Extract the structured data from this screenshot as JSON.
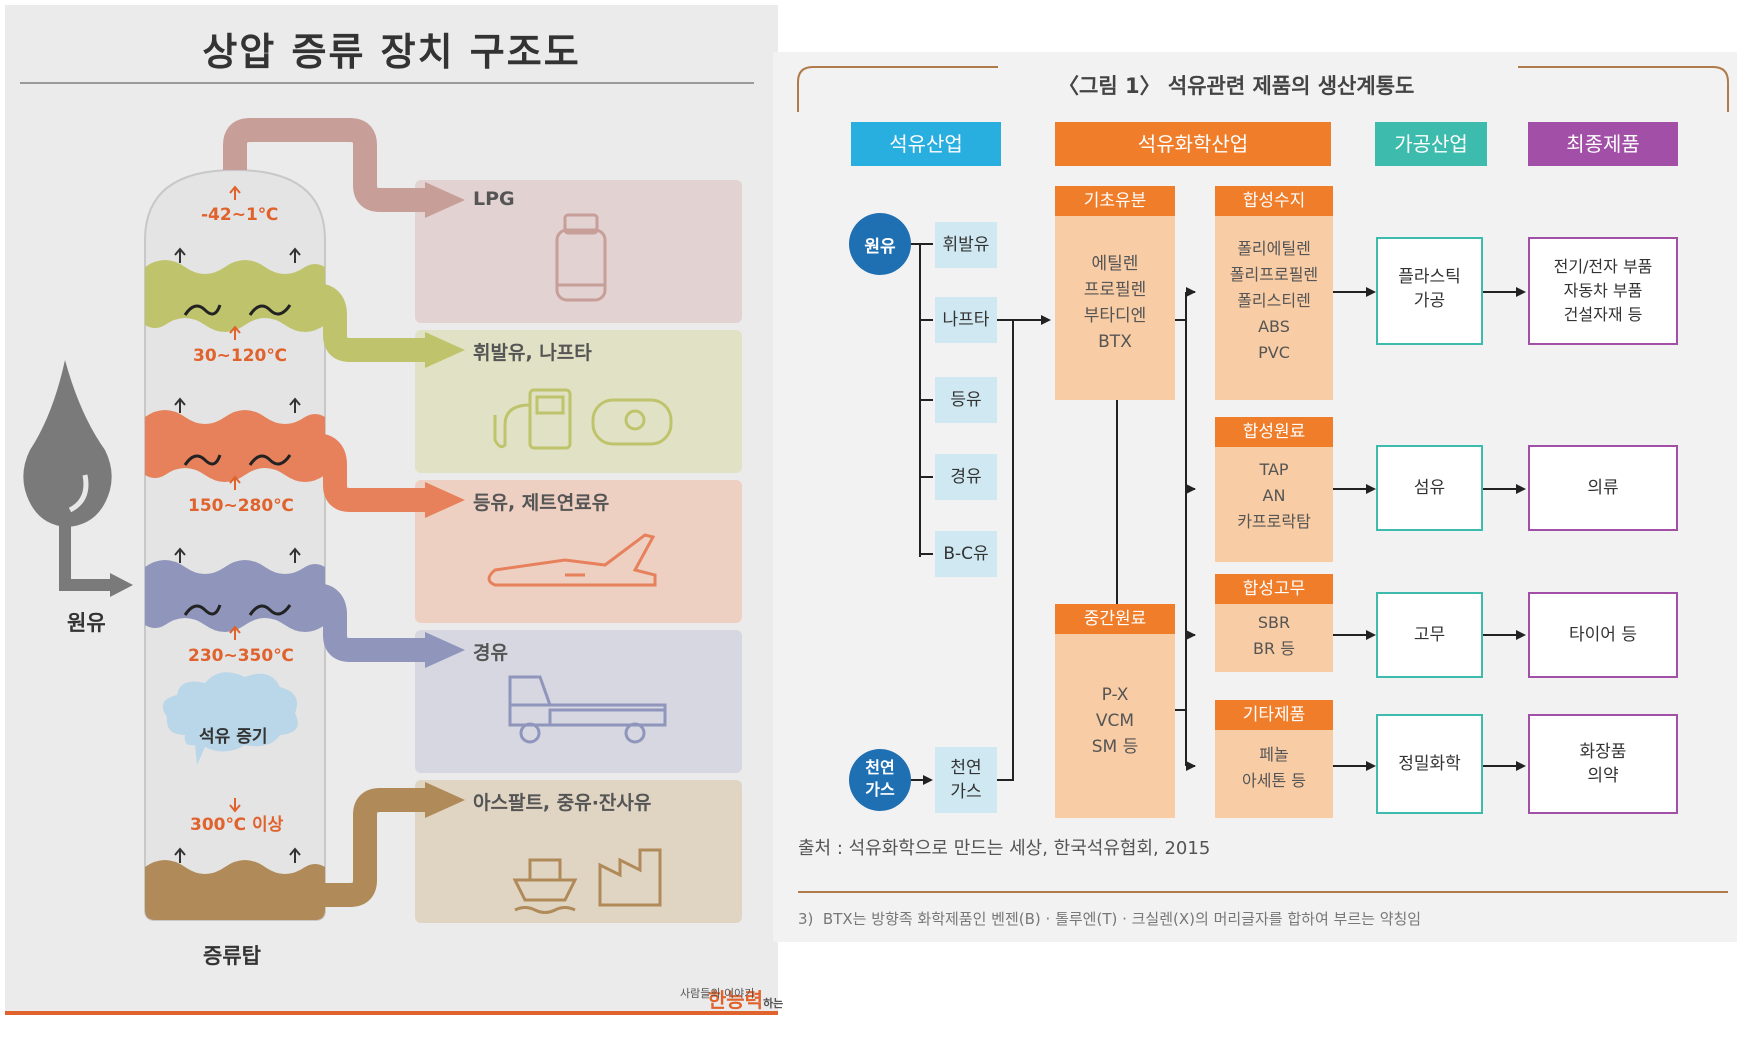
{
  "left": {
    "title": "상압 증류 장치 구조도",
    "crude_label": "원유",
    "tower_label": "증류탑",
    "vapor_label": "석유 증기",
    "vapor_temp": "300℃ 이상",
    "top_temp": "-42~1℃",
    "temps": [
      "30~120℃",
      "150~280℃",
      "230~350℃"
    ],
    "products": [
      "LPG",
      "휘발유, 나프타",
      "등유, 제트연료유",
      "경유",
      "아스팔트, 중유·잔사유"
    ],
    "product_icons": [
      "gas-cylinder-icon",
      "fuel-pump-icon",
      "jet-icon",
      "truck-icon",
      "ship-factory-icon"
    ],
    "logo": {
      "main": "한능력",
      "suffix": "하는",
      "sub": "사람들의 이야기"
    },
    "colors": {
      "lpg": "#c79e98",
      "gasoline": "#bfc46c",
      "kerosene": "#e6815c",
      "diesel": "#8f95bb",
      "asphalt": "#b08a58"
    }
  },
  "right": {
    "title": "〈그림 1〉 석유관련 제품의 생산계통도",
    "headers": [
      "석유산업",
      "석유화학산업",
      "가공산업",
      "최종제품"
    ],
    "crude": "원유",
    "natural_gas": "천연\n가스",
    "oil_products": [
      "휘발유",
      "나프타",
      "등유",
      "경유",
      "B-C유"
    ],
    "gas_product": "천연\n가스",
    "basic": {
      "title": "기초유분",
      "items": "에틸렌\n프로필렌\n부타디엔\nBTX"
    },
    "intermediate": {
      "title": "중간원료",
      "items": "P-X\nVCM\nSM 등"
    },
    "derivatives": [
      {
        "title": "합성수지",
        "items": "폴리에틸렌\n폴리프로필렌\n폴리스티렌\nABS\nPVC"
      },
      {
        "title": "합성원료",
        "items": "TAP\nAN\n카프로락탐"
      },
      {
        "title": "합성고무",
        "items": "SBR\nBR 등"
      },
      {
        "title": "기타제품",
        "items": "페놀\n아세톤 등"
      }
    ],
    "processing": [
      "플라스틱\n가공",
      "섬유",
      "고무",
      "정밀화학"
    ],
    "final": [
      "전기/전자 부품\n자동차 부품\n건설자재 등",
      "의류",
      "타이어 등",
      "화장품\n의약"
    ],
    "source": "출처 : 석유화학으로 만드는 세상, 한국석유협회, 2015",
    "footnote": "3)  BTX는 방향족 화학제품인 벤젠(B) · 톨루엔(T) · 크실렌(X)의 머리글자를 합하여 부르는 약칭임",
    "colors": {
      "petroleum": "#29aee0",
      "petrochem": "#f07d2a",
      "processing": "#3dbcae",
      "final": "#a24fa8",
      "peach": "#f8cca4",
      "box_bg": "#cfe8f1",
      "crude": "#1f6fb3"
    }
  }
}
